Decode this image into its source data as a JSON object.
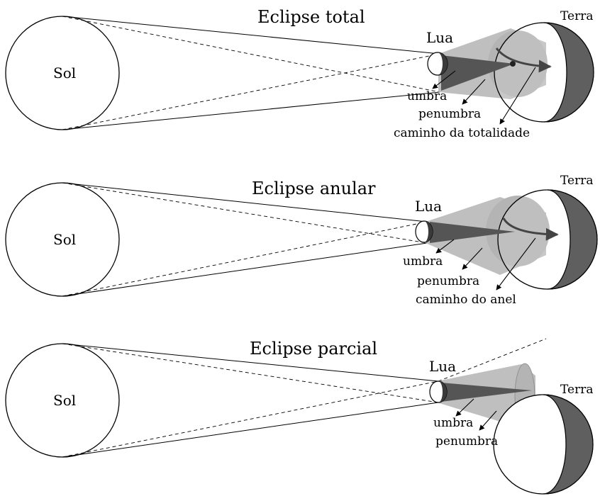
{
  "panels": [
    {
      "title": "Eclipse total",
      "sun": "Sol",
      "moon": "Lua",
      "earth": "Terra",
      "labels": [
        "umbra",
        "penumbra",
        "caminho da totalidade"
      ]
    },
    {
      "title": "Eclipse anular",
      "sun": "Sol",
      "moon": "Lua",
      "earth": "Terra",
      "labels": [
        "umbra",
        "penumbra",
        "caminho do anel"
      ]
    },
    {
      "title": "Eclipse parcial",
      "sun": "Sol",
      "moon": "Lua",
      "earth": "Terra",
      "labels": [
        "umbra",
        "penumbra"
      ]
    }
  ],
  "colors": {
    "earth_night": "#5f5f5f",
    "umbra": "#555555",
    "penumbra": "#b4b4b4",
    "stroke": "#000000"
  }
}
